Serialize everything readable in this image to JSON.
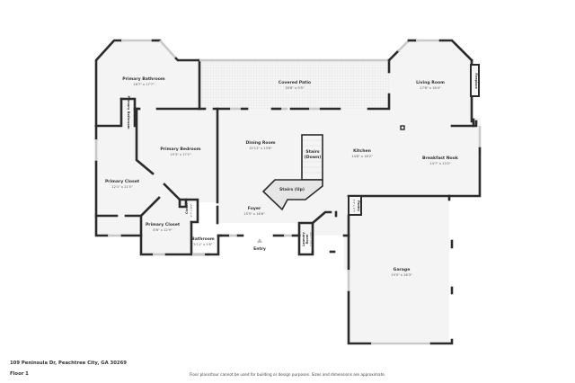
{
  "address": "109 Peninsula Dr, Peachtree City, GA 30269",
  "floor": "Floor 1",
  "disclaimer": "Floor plans/tour cannot be used for building or design purposes. Sizes and dimensions are approximate.",
  "colors": {
    "wall": "#2b2b2b",
    "floor": "#f4f4f4",
    "window": "#c9c9c9",
    "patio_grid": "#e2e2e2"
  },
  "rooms": {
    "primary_bathroom": {
      "label": "Primary Bathroom",
      "dim": "16'7\" x 17'7\""
    },
    "primary_bathroom_small": {
      "label": "Primary Bathroom"
    },
    "covered_patio": {
      "label": "Covered Patio",
      "dim": "30'8\" x 9'5\""
    },
    "living_room": {
      "label": "Living Room",
      "dim": "17'8\" x 16'4\""
    },
    "fireplace": {
      "label": "Fireplace"
    },
    "primary_bedroom": {
      "label": "Primary Bedroom",
      "dim": "15'3\" x 17'1\""
    },
    "dining_room": {
      "label": "Dining Room",
      "dim": "15'11\" x 13'8\""
    },
    "stairs_down": {
      "label": "Stairs",
      "label2": "(Down)"
    },
    "stairs_up": {
      "label": "Stairs (Up)"
    },
    "kitchen": {
      "label": "Kitchen",
      "dim": "14'8\" x 16'2\""
    },
    "breakfast_nook": {
      "label": "Breakfast Nook",
      "dim": "14'7\" x 13'2\""
    },
    "primary_closet_1": {
      "label": "Primary Closet",
      "dim": "12'1\" x 21'5\""
    },
    "primary_closet_2": {
      "label": "Primary Closet",
      "dim": "8'6\" x 12'9\""
    },
    "closet": {
      "label": "Closet",
      "dim": "2'7\" x 4'5\""
    },
    "bathroom": {
      "label": "Bathroom",
      "dim": "5'11\" x 5'6\""
    },
    "foyer": {
      "label": "Foyer",
      "dim": "15'5\" x 16'6\""
    },
    "entry": {
      "label": "Entry"
    },
    "laundry": {
      "label": "Laundry",
      "label2": "Room",
      "dim": "7'11\" x 5'8\""
    },
    "pantry": {
      "label": "Pantry",
      "dim": "2'3\" x 2'7\""
    },
    "garage": {
      "label": "Garage",
      "dim": "19'5\" x 26'3\""
    }
  }
}
